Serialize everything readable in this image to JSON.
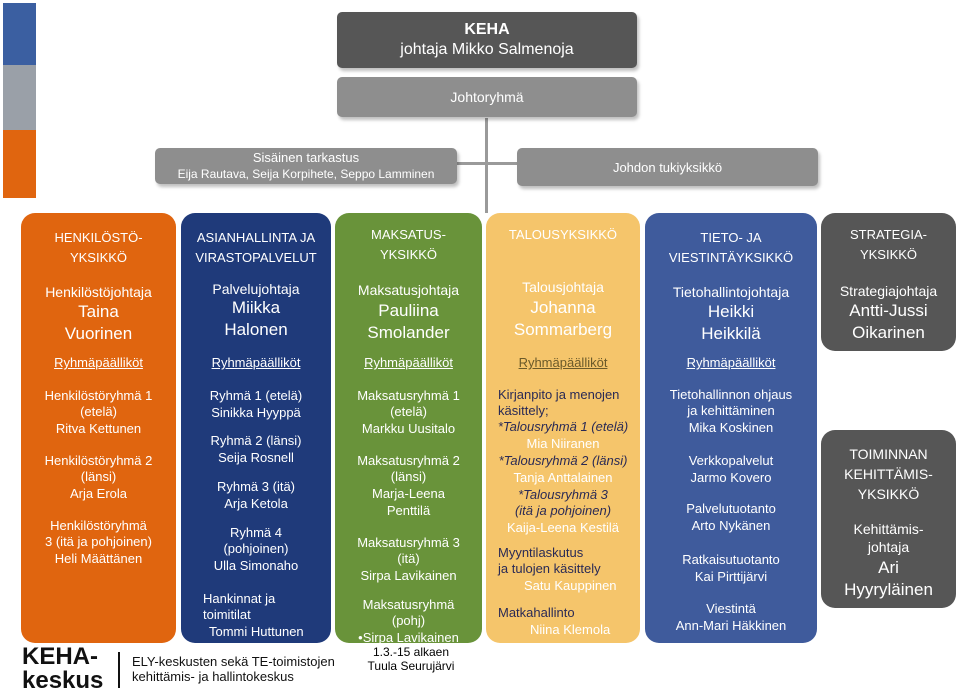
{
  "colors": {
    "orange": "#e0650f",
    "navy": "#1f3a7a",
    "green": "#69933a",
    "light_orange": "#f5c56b",
    "blue": "#3f5b9c",
    "dark_gray": "#565656",
    "gray": "#8e8e8e",
    "stripe_blue": "#3b5fa1",
    "stripe_gray": "#9aa0a8"
  },
  "keha": {
    "title": "KEHA",
    "director": "johtaja Mikko Salmenoja",
    "management_group": "Johtoryhmä"
  },
  "internal_audit": {
    "title": "Sisäinen tarkastus",
    "names": "Eija Rautava, Seija Korpihete, Seppo Lamminen"
  },
  "support_unit": {
    "title": "Johdon tukiyksikkö"
  },
  "units": [
    {
      "unit_lines": [
        "HENKILÖSTÖ-",
        "YKSIKKÖ"
      ],
      "role": "Henkilöstöjohtaja",
      "head_lines": [
        "Taina",
        "Vuorinen"
      ],
      "group_leaders": "Ryhmäpäälliköt",
      "groups": [
        {
          "label_lines": [
            "Henkilöstöryhmä 1",
            "(etelä)"
          ],
          "name": "Ritva Kettunen"
        },
        {
          "label_lines": [
            "Henkilöstöryhmä 2",
            "(länsi)"
          ],
          "name": "Arja Erola"
        },
        {
          "label_lines": [
            "Henkilöstöryhmä",
            "3 (itä ja pohjoinen)"
          ],
          "name": "Heli Määttänen"
        }
      ]
    },
    {
      "unit_lines": [
        "ASIANHALLINTA JA",
        "VIRASTOPALVELUT"
      ],
      "role": "Palvelujohtaja",
      "head_lines": [
        "Miikka",
        "Halonen"
      ],
      "group_leaders": "Ryhmäpäälliköt",
      "groups": [
        {
          "label_lines": [
            "Ryhmä 1 (etelä)"
          ],
          "name": "Sinikka Hyyppä"
        },
        {
          "label_lines": [
            "Ryhmä 2 (länsi)"
          ],
          "name": "Seija Rosnell"
        },
        {
          "label_lines": [
            "Ryhmä 3 (itä)"
          ],
          "name": "Arja Ketola"
        },
        {
          "label_lines": [
            "Ryhmä 4",
            "(pohjoinen)"
          ],
          "name": "Ulla Simonaho"
        },
        {
          "label_lines": [
            "Hankinnat ja",
            "toimitilat"
          ],
          "name": "Tommi Huttunen"
        }
      ]
    },
    {
      "unit_lines": [
        "MAKSATUS-",
        "YKSIKKÖ"
      ],
      "role": "Maksatusjohtaja",
      "head_lines": [
        "Pauliina",
        "Smolander"
      ],
      "group_leaders": "Ryhmäpäälliköt",
      "groups": [
        {
          "label_lines": [
            "Maksatusryhmä 1",
            "(etelä)"
          ],
          "name": "Markku Uusitalo"
        },
        {
          "label_lines": [
            "Maksatusryhmä 2",
            "(länsi)"
          ],
          "name": "Marja-Leena",
          "name2": "Penttilä"
        },
        {
          "label_lines": [
            "Maksatusryhmä 3",
            "(itä)"
          ],
          "name": "Sirpa Lavikainen"
        },
        {
          "label_lines": [
            "Maksatusryhmä",
            "(pohj)"
          ],
          "name": "•Sirpa Lavikainen",
          "note_lines": [
            "1.3.-15 alkaen",
            "Tuula Seurujärvi"
          ]
        }
      ]
    },
    {
      "unit_lines": [
        "TALOUSYKSIKKÖ"
      ],
      "role": "Talousjohtaja",
      "head_lines": [
        "Johanna",
        "Sommarberg"
      ],
      "group_leaders": "Ryhmäpäälliköt",
      "groups": [
        {
          "label_lines": [
            "Kirjanpito  ja menojen",
            "käsittely;"
          ]
        },
        {
          "label_lines": [
            "*Talousryhmä 1 (etelä)"
          ],
          "name": "Mia Niiranen"
        },
        {
          "label_lines": [
            "*Talousryhmä 2 (länsi)"
          ],
          "name": "Tanja Anttalainen"
        },
        {
          "label_lines": [
            "*Talousryhmä 3",
            "(itä ja pohjoinen)"
          ],
          "name": "Kaija-Leena Kestilä"
        },
        {
          "label_lines": [
            "Myyntilaskutus",
            "ja tulojen käsittely"
          ],
          "name": "Satu Kauppinen"
        },
        {
          "label_lines": [
            "Matkahallinto"
          ],
          "name": "Niina Klemola"
        }
      ]
    },
    {
      "unit_lines": [
        "TIETO- JA",
        "VIESTINTÄYKSIKKÖ"
      ],
      "role": "Tietohallintojohtaja",
      "head_lines": [
        "Heikki",
        "Heikkilä"
      ],
      "group_leaders": "Ryhmäpäälliköt",
      "groups": [
        {
          "label_lines": [
            "Tietohallinnon ohjaus",
            "ja kehittäminen"
          ],
          "name": "Mika Koskinen"
        },
        {
          "label_lines": [
            "Verkkopalvelut"
          ],
          "name": "Jarmo Kovero"
        },
        {
          "label_lines": [
            "Palvelutuotanto"
          ],
          "name": "Arto Nykänen"
        },
        {
          "label_lines": [
            "Ratkaisutuotanto"
          ],
          "name": "Kai Pirttijärvi"
        },
        {
          "label_lines": [
            "Viestintä"
          ],
          "name": "Ann-Mari Häkkinen"
        }
      ]
    },
    {
      "unit_lines": [
        "STRATEGIA-",
        "YKSIKKÖ"
      ],
      "role": "Strategiajohtaja",
      "head_lines": [
        "Antti-Jussi",
        "Oikarinen"
      ],
      "sub_unit": {
        "title_lines": [
          "TOIMINNAN",
          "KEHITTÄMIS-",
          "YKSIKKÖ"
        ],
        "role_lines": [
          "Kehittämis-",
          "johtaja"
        ],
        "head_lines": [
          "Ari",
          "Hyyryläinen"
        ]
      }
    }
  ],
  "footer": {
    "logo_line1": "KEHA-",
    "logo_line2": "keskus",
    "tagline1": "ELY-keskusten sekä TE-toimistojen",
    "tagline2": "kehittämis- ja hallintokeskus"
  }
}
